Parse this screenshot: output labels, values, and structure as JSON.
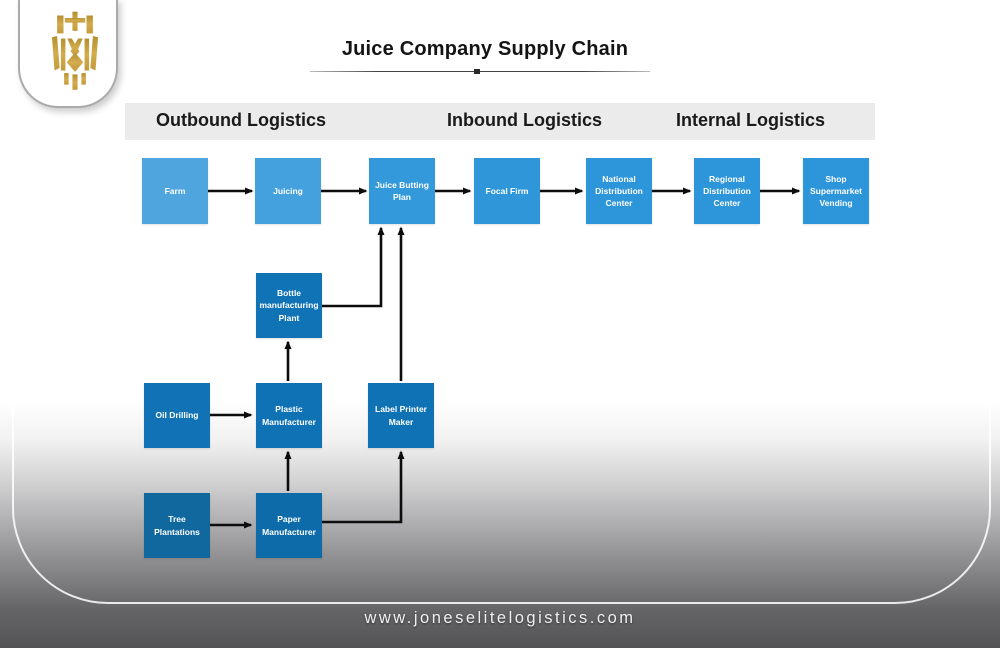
{
  "brand": {
    "logo_icon": "lion-crest-icon",
    "logo_gold": "#C2A04A"
  },
  "title": "Juice Company Supply Chain",
  "sections": {
    "outbound": "Outbound Logistics",
    "inbound": "Inbound Logistics",
    "internal": "Internal Logistics"
  },
  "diagram": {
    "nodes": {
      "farm": {
        "label": "Farm",
        "color": "#4FA5DE"
      },
      "juicing": {
        "label": "Juicing",
        "color": "#45A1DD"
      },
      "juice_butting_plan": {
        "label": "Juice Butting Plan",
        "color": "#3399DB"
      },
      "focal_firm": {
        "label": "Focal Firm",
        "color": "#2E96D9"
      },
      "national_dc": {
        "label": "National Distribution Center",
        "color": "#2D95D9"
      },
      "regional_dc": {
        "label": "Regional Distribution Center",
        "color": "#2D95D9"
      },
      "shop": {
        "label": "Shop Supermarket Vending",
        "color": "#2D95D9"
      },
      "bottle_plant": {
        "label": "Bottle manufacturing Plant",
        "color": "#0F73B6"
      },
      "oil_drilling": {
        "label": "Oil Drilling",
        "color": "#1173B5"
      },
      "plastic_mfr": {
        "label": "Plastic Manufacturer",
        "color": "#0F72B4"
      },
      "label_printer": {
        "label": "Label Printer Maker",
        "color": "#0F72B4"
      },
      "tree_plantations": {
        "label": "Tree Plantations",
        "color": "#11689F"
      },
      "paper_mfr": {
        "label": "Paper Manufacturer",
        "color": "#0D6BA9"
      }
    },
    "edges": [
      {
        "from": "farm",
        "to": "juicing"
      },
      {
        "from": "juicing",
        "to": "juice_butting_plan"
      },
      {
        "from": "juice_butting_plan",
        "to": "focal_firm"
      },
      {
        "from": "focal_firm",
        "to": "national_dc"
      },
      {
        "from": "national_dc",
        "to": "regional_dc"
      },
      {
        "from": "regional_dc",
        "to": "shop"
      },
      {
        "from": "bottle_plant",
        "to": "juice_butting_plan"
      },
      {
        "from": "label_printer",
        "to": "juice_butting_plan"
      },
      {
        "from": "oil_drilling",
        "to": "plastic_mfr"
      },
      {
        "from": "plastic_mfr",
        "to": "bottle_plant"
      },
      {
        "from": "paper_mfr",
        "to": "plastic_mfr"
      },
      {
        "from": "tree_plantations",
        "to": "paper_mfr"
      },
      {
        "from": "paper_mfr",
        "to": "label_printer"
      }
    ]
  },
  "footer": {
    "url": "www.joneselitelogistics.com"
  },
  "theme": {
    "band_gray": "#EBEBEB",
    "ink": "#1A1A1A",
    "connector": "#0D0D0D",
    "footer_text": "#F0F0F0",
    "gold": "#C2A04A"
  }
}
